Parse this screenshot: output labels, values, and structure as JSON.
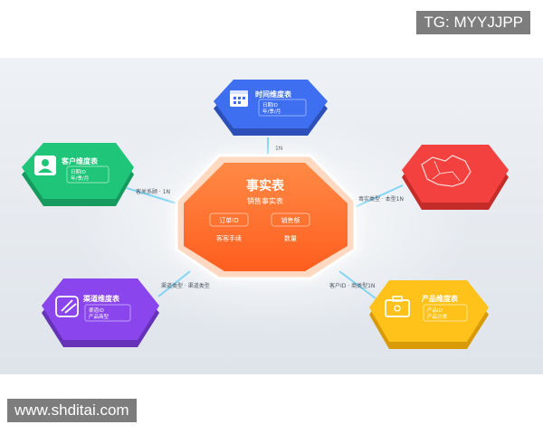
{
  "watermarks": {
    "top_right": "TG: MYYJJPP",
    "bottom_left": "www.shditai.com"
  },
  "center": {
    "title": "事实表",
    "subtitle": "销售事实表",
    "fields": [
      "订单ID",
      "销售额",
      "客客手续",
      "数量"
    ],
    "color": "#ff7a3a"
  },
  "dimensions": [
    {
      "id": "time",
      "title": "时间维度表",
      "lines": [
        "日期ID",
        "年/季/月"
      ],
      "icon": "calendar-icon",
      "color": "#3d6ff0",
      "link_label": "1N"
    },
    {
      "id": "customer",
      "title": "客户维度表",
      "lines": [
        "日期ID",
        "年/季/月"
      ],
      "icon": "user-icon",
      "color": "#1fc579",
      "link_label": "客关系顾 · 1N"
    },
    {
      "id": "region",
      "title": "",
      "lines": [],
      "icon": "map-icon",
      "color": "#f2413e",
      "link_label": "毒实类型 · 本型1N"
    },
    {
      "id": "channel",
      "title": "渠道维度表",
      "lines": [
        "渠道ID",
        "产品商型"
      ],
      "icon": "channel-icon",
      "color": "#8a46ec",
      "link_label": "渠道类型 · 渠道类型"
    },
    {
      "id": "product",
      "title": "产品维度表",
      "lines": [
        "产品ID",
        "产品分类"
      ],
      "icon": "box-icon",
      "color": "#ffc21a",
      "link_label": "客户ID · 商类型1N"
    }
  ]
}
